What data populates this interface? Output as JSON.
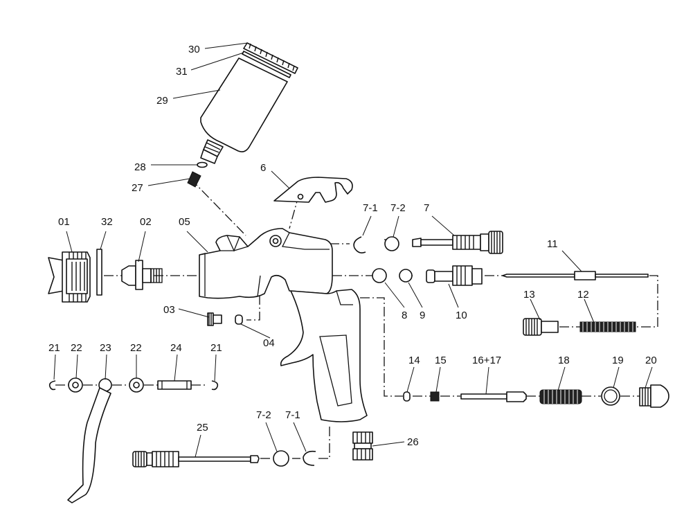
{
  "labels": {
    "l01": "01",
    "l02": "02",
    "l03": "03",
    "l04": "04",
    "l05": "05",
    "l6": "6",
    "l7": "7",
    "l7_1_top": "7-1",
    "l7_2_top": "7-2",
    "l7_1_bottom": "7-1",
    "l7_2_bottom": "7-2",
    "l8": "8",
    "l9": "9",
    "l10": "10",
    "l11": "11",
    "l12": "12",
    "l13": "13",
    "l14": "14",
    "l15": "15",
    "l16_17": "16+17",
    "l18": "18",
    "l19": "19",
    "l20": "20",
    "l21_left": "21",
    "l21_right": "21",
    "l22_left": "22",
    "l22_right": "22",
    "l23": "23",
    "l24": "24",
    "l25": "25",
    "l26": "26",
    "l27": "27",
    "l28": "28",
    "l29": "29",
    "l30": "30",
    "l31": "31",
    "l32": "32"
  },
  "colors": {
    "line": "#111111",
    "background": "#ffffff"
  }
}
